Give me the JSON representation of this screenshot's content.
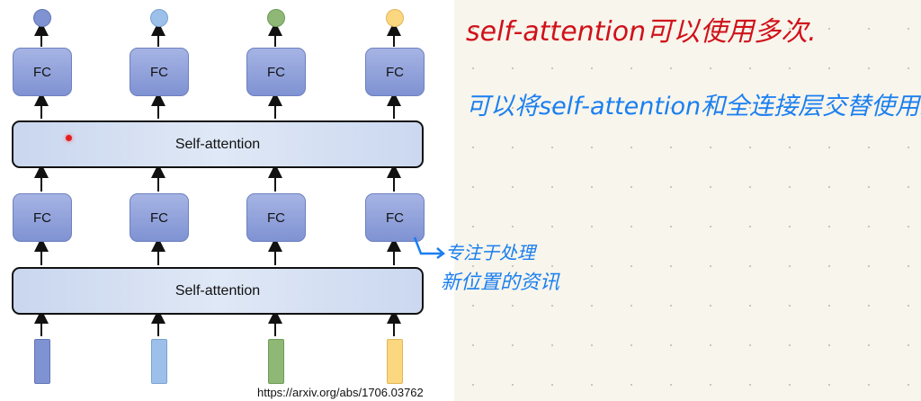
{
  "slide": {
    "fc_label": "FC",
    "self_attention_label": "Self-attention",
    "url": "https://arxiv.org/abs/1706.03762",
    "column_colors": [
      "#7f92d2",
      "#9cc0ea",
      "#8fb877",
      "#fbd77f"
    ]
  },
  "notes": {
    "line1": "self-attention可以使用多次.",
    "line2": "可以将self-attention和全连接层交替使用.",
    "annotation_line1": "专注于处理",
    "annotation_line2": "新位置的资讯",
    "colors": {
      "red": "#d0111a",
      "blue": "#1a7ff0"
    }
  }
}
